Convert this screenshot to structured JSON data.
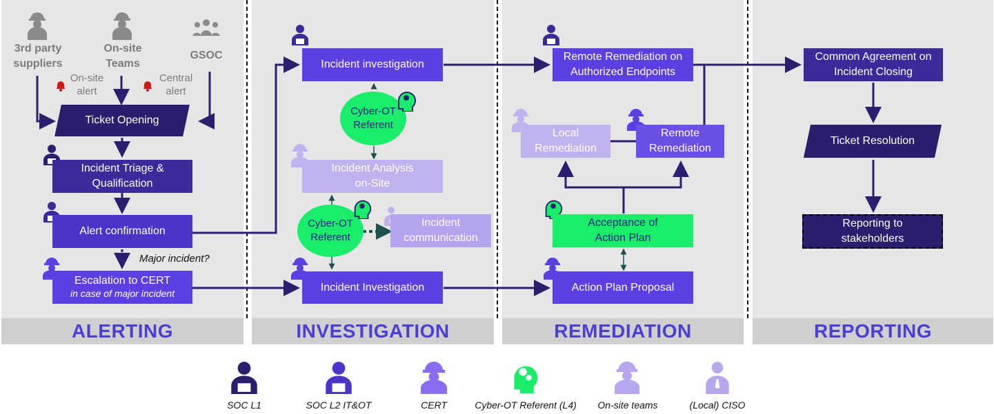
{
  "lanes": {
    "alerting": "ALERTING",
    "investigation": "INVESTIGATION",
    "remediation": "REMEDIATION",
    "reporting": "REPORTING"
  },
  "sources": {
    "third_party": "3rd party suppliers",
    "onsite": "On-site Teams",
    "gsoc": "GSOC"
  },
  "alerts": {
    "onsite_alert": "On-site alert",
    "central_alert": "Central alert"
  },
  "alerting": {
    "ticket_opening": "Ticket Opening",
    "triage": "Incident Triage & Qualification",
    "alert_confirmation": "Alert confirmation",
    "major_incident_q": "Major incident?",
    "escalation": "Escalation to CERT",
    "escalation_note": "in case of major incident"
  },
  "investigation": {
    "incident_investigation_top": "Incident investigation",
    "referent_1": "Cyber-OT Referent",
    "analysis_onsite": "Incident Analysis on-Site",
    "referent_2": "Cyber-OT Referent",
    "communication": "Incident communication",
    "incident_investigation_bottom": "Incident Investigation"
  },
  "remediation": {
    "remote_authorized": "Remote Remediation on Authorized Endpoints",
    "local": "Local Remediation",
    "remote": "Remote Remediation",
    "acceptance": "Acceptance of Action Plan",
    "proposal": "Action Plan Proposal"
  },
  "reporting": {
    "agreement": "Common Agreement on Incident Closing",
    "resolution": "Ticket Resolution",
    "stakeholders": "Reporting to stakeholders"
  },
  "legend": [
    {
      "label": "SOC L1",
      "icon": "soc-l1-icon"
    },
    {
      "label": "SOC L2 IT&OT",
      "icon": "soc-l2-icon"
    },
    {
      "label": "CERT",
      "icon": "cert-icon"
    },
    {
      "label": "Cyber-OT Referent (L4)",
      "icon": "referent-icon"
    },
    {
      "label": "On-site teams",
      "icon": "onsite-icon"
    },
    {
      "label": "(Local) CISO",
      "icon": "ciso-icon"
    }
  ],
  "colors": {
    "dark": "#3b2a9a",
    "mid": "#5b3fe0",
    "light": "#c0b1ef",
    "green": "#1aed6a",
    "lane_title": "#4b3fd0"
  }
}
